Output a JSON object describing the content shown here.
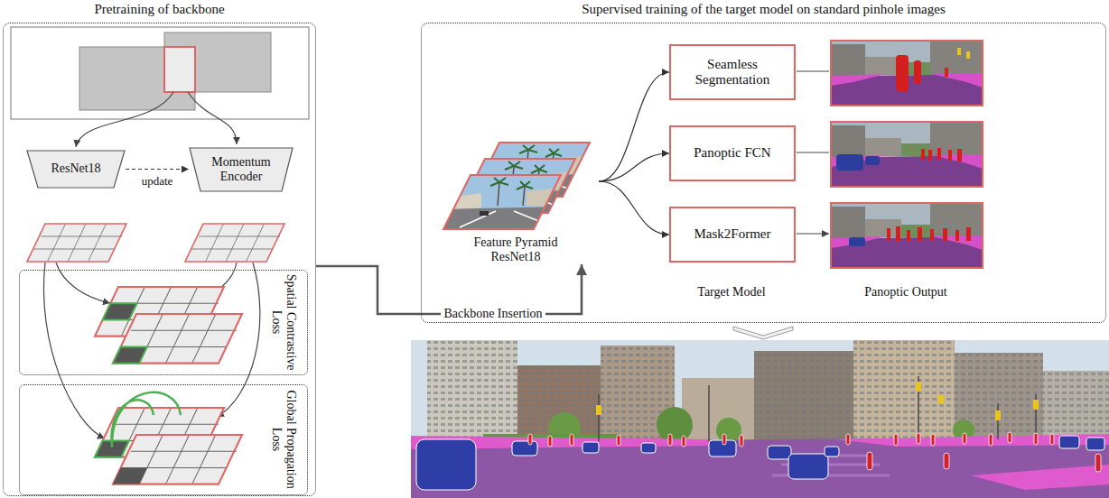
{
  "diagram": {
    "nodes": [
      {
        "text": [
          "Pretraining of backbone"
        ]
      },
      {
        "text": [
          "ResNet18"
        ],
        "in": 0
      },
      {
        "text": [
          "Momentum Encoder"
        ],
        "in": 0
      },
      {
        "text": [
          "Spatial Contrastive Loss"
        ],
        "in": 0
      },
      {
        "text": [
          "Global Propagation Loss"
        ],
        "in": 0
      },
      {
        "text": [
          "Supervised training of the target model on standard pinhole images"
        ]
      },
      {
        "text": [
          "Feature Pyramid ResNet18"
        ],
        "in": 5
      },
      {
        "text": [
          "Seamless Segmentation"
        ],
        "in": 5
      },
      {
        "text": [
          "Panoptic FCN"
        ],
        "in": 5
      },
      {
        "text": [
          "Mask2Former"
        ],
        "in": 5
      }
    ],
    "edges": [
      {
        "from": 1,
        "to": 2,
        "arrow": "to",
        "label": "update"
      },
      {
        "from": 0,
        "to": 6,
        "arrow": "to",
        "label": "Backbone Insertion"
      },
      {
        "from": 6,
        "to": 7,
        "arrow": "to"
      },
      {
        "from": 6,
        "to": 8,
        "arrow": "to"
      },
      {
        "from": 6,
        "to": 9,
        "arrow": "to"
      }
    ],
    "labels": [
      "Target Model",
      "Panoptic Output"
    ]
  }
}
